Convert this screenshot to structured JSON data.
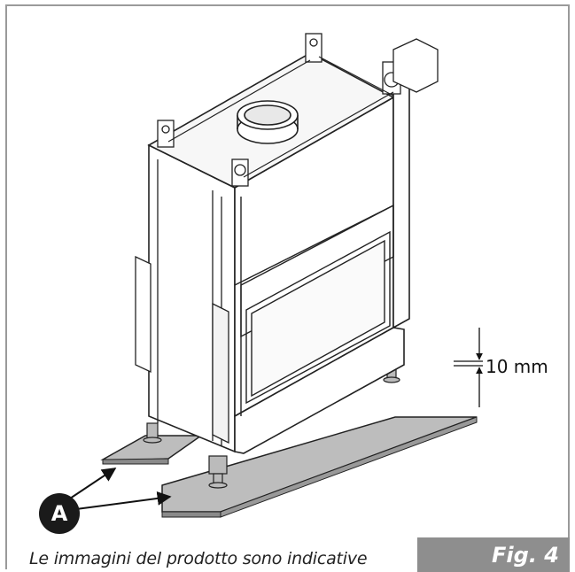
{
  "dimension": {
    "text": "10 mm"
  },
  "callout": {
    "letter": "A"
  },
  "caption": {
    "text": "Le immagini del prodotto sono indicative"
  },
  "figure": {
    "label": "Fig. 4"
  },
  "colors": {
    "frame": "#9a9a9a",
    "fig_box": "#8e8e8e",
    "plate": "#bdbdbd",
    "callout": "#1a1a1a"
  },
  "icons": {
    "arrow": "arrow-icon"
  }
}
